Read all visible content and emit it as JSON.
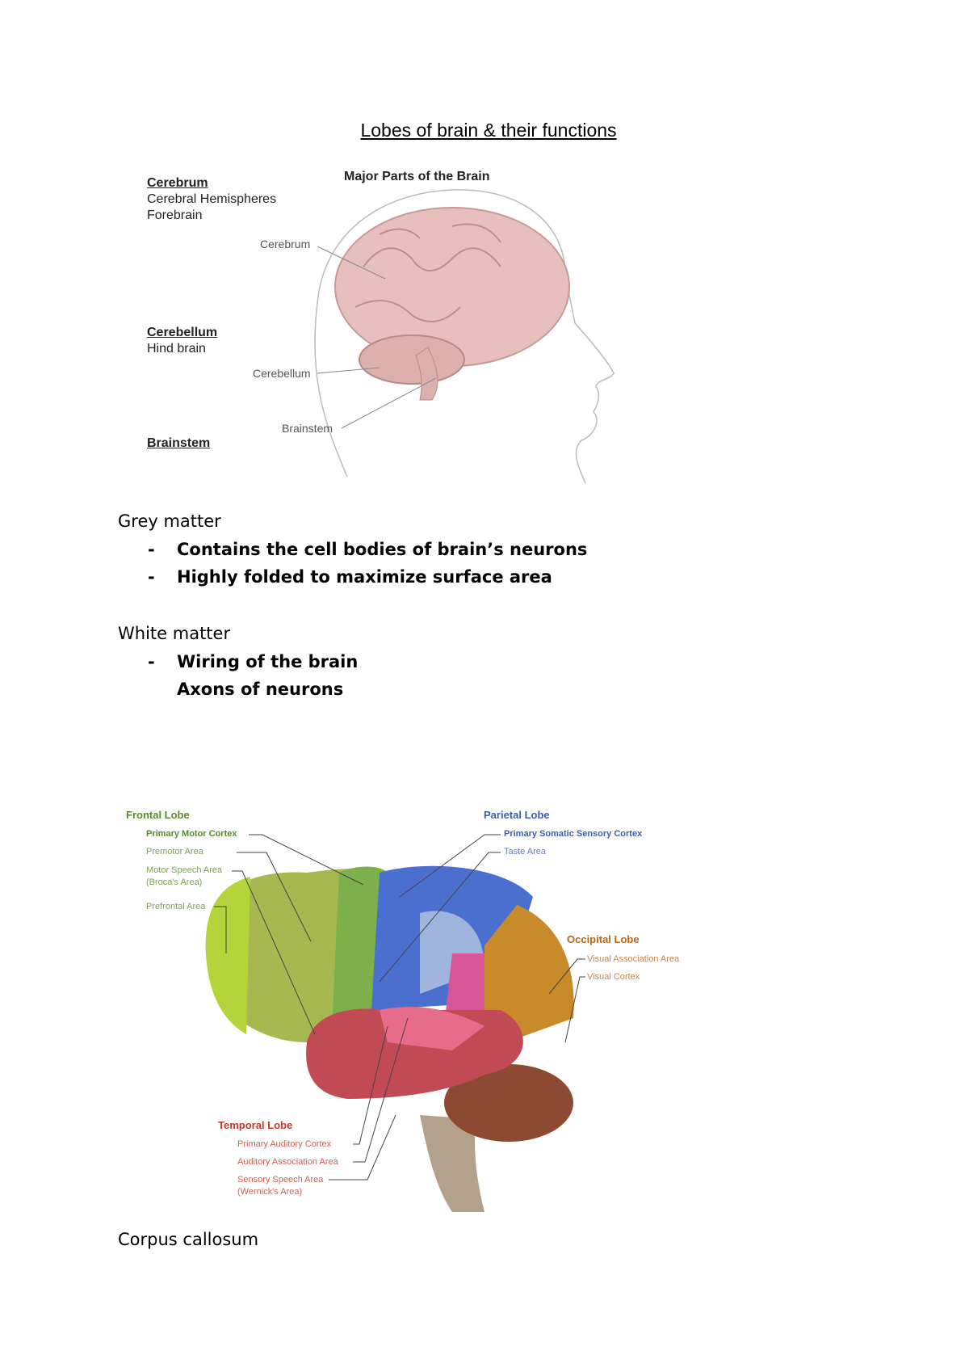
{
  "title": "Lobes of brain & their functions",
  "figure1": {
    "heading": "Major Parts of the Brain",
    "legend": [
      {
        "title": "Cerebrum",
        "lines": [
          "Cerebral Hemispheres",
          "Forebrain"
        ]
      },
      {
        "title": "Cerebellum",
        "lines": [
          "Hind brain"
        ]
      },
      {
        "title": "Brainstem",
        "lines": []
      }
    ],
    "callouts": [
      "Cerebrum",
      "Cerebellum",
      "Brainstem"
    ]
  },
  "grey_matter": {
    "heading": "Grey matter",
    "bullets": [
      "Contains the cell bodies of brain’s neurons",
      "Highly folded to maximize surface area"
    ]
  },
  "white_matter": {
    "heading": "White matter",
    "bullets": [
      "Wiring of the brain"
    ],
    "continuation": "Axons of neurons"
  },
  "figure2": {
    "frontal": {
      "title": "Frontal Lobe",
      "color": "#5a8a2e",
      "items": [
        "Primary Motor Cortex",
        "Premotor Area",
        "Motor Speech Area",
        "(Broca's Area)",
        "Prefrontal Area"
      ]
    },
    "parietal": {
      "title": "Parietal Lobe",
      "color": "#3b5fb0",
      "items": [
        "Primary Somatic Sensory Cortex",
        "Taste Area"
      ]
    },
    "occipital": {
      "title": "Occipital Lobe",
      "color": "#b8661c",
      "items": [
        "Visual Association Area",
        "Visual Cortex"
      ]
    },
    "temporal": {
      "title": "Temporal Lobe",
      "color": "#c0392b",
      "items": [
        "Primary Auditory Cortex",
        "Auditory Association Area",
        "Sensory Speech Area",
        "(Wernick's Area)"
      ]
    }
  },
  "corpus_callosum": {
    "heading": "Corpus callosum"
  }
}
